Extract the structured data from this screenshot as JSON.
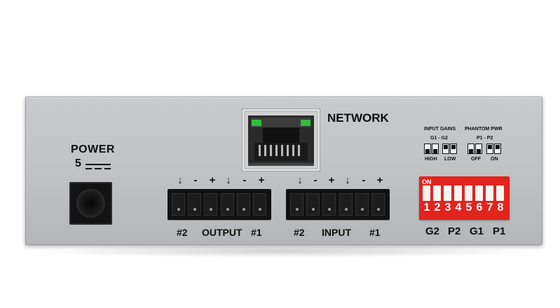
{
  "power": {
    "title": "POWER",
    "voltage": "5"
  },
  "network": {
    "label": "NETWORK"
  },
  "output": {
    "label": "OUTPUT",
    "ch2": "#2",
    "ch1": "#1",
    "symbols": [
      "↓",
      "-",
      "+",
      "↓",
      "-",
      "+"
    ]
  },
  "input": {
    "label": "INPUT",
    "ch2": "#2",
    "ch1": "#1",
    "symbols": [
      "↓",
      "-",
      "+",
      "↓",
      "-",
      "+"
    ]
  },
  "settings": {
    "input_gains": "INPUT GAINS",
    "gain_pair": "G1 - G2",
    "high": "HIGH",
    "low": "LOW",
    "phantom_pwr": "PHANTOM PWR",
    "phantom_pair": "P1 - P2",
    "off": "OFF",
    "on": "ON"
  },
  "dip_switch": {
    "on_label": "ON",
    "numbers": [
      "1",
      "2",
      "3",
      "4",
      "5",
      "6",
      "7",
      "8"
    ],
    "labels": [
      "G2",
      "P2",
      "G1",
      "P1"
    ]
  },
  "colors": {
    "panel": "#c2c3c5",
    "dip_red": "#e1241c",
    "led_green": "#2fbf3a"
  }
}
